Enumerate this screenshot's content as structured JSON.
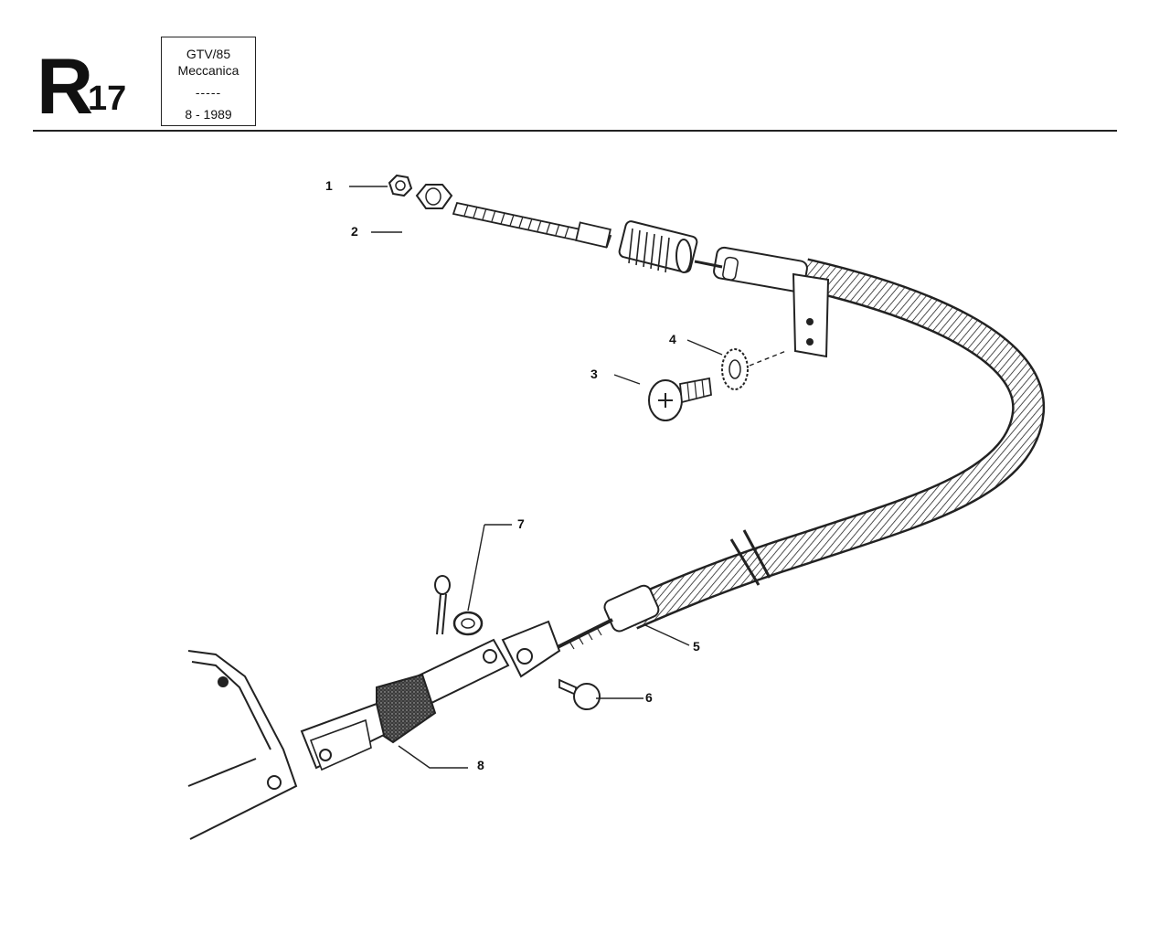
{
  "header": {
    "section_letter": "R",
    "section_number": "17",
    "model": "GTV/85",
    "category": "Meccanica",
    "divider": "-----",
    "date": "8 - 1989"
  },
  "callouts": [
    {
      "id": "1",
      "label": "1"
    },
    {
      "id": "2",
      "label": "2"
    },
    {
      "id": "3",
      "label": "3"
    },
    {
      "id": "4",
      "label": "4"
    },
    {
      "id": "5",
      "label": "5"
    },
    {
      "id": "6",
      "label": "6"
    },
    {
      "id": "7",
      "label": "7"
    },
    {
      "id": "8",
      "label": "8"
    }
  ]
}
